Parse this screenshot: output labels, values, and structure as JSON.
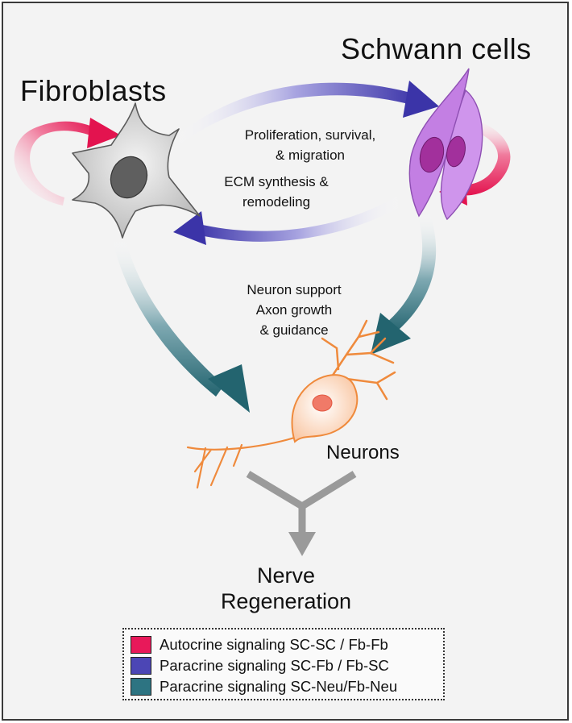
{
  "nodes": {
    "fibroblasts": "Fibroblasts",
    "schwann": "Schwann cells",
    "neurons": "Neurons",
    "outcome_line1": "Nerve",
    "outcome_line2": "Regeneration"
  },
  "annotations": {
    "prolif_line1": "Proliferation, survival,",
    "prolif_line2": "& migration",
    "ecm_line1": "ECM synthesis &",
    "ecm_line2": "remodeling",
    "neuron_line1": "Neuron support",
    "neuron_line2": "Axon growth",
    "neuron_line3": "& guidance"
  },
  "legend": [
    {
      "label": "Autocrine signaling SC-SC / Fb-Fb",
      "color": "#e8195a"
    },
    {
      "label": "Paracrine signaling SC-Fb / Fb-SC",
      "color": "#4c46b5"
    },
    {
      "label": "Paracrine signaling SC-Neu/Fb-Neu",
      "color": "#2d7482"
    }
  ],
  "colors": {
    "autocrine": "#e8195a",
    "paracrine_sc_fb": "#4c46b5",
    "paracrine_neu": "#2d7482",
    "neuron_body": "#fbe3d3",
    "neuron_outline": "#ef8a3c",
    "schwann_body": "#c987e6",
    "fibroblast_body": "#bdbdbd"
  }
}
